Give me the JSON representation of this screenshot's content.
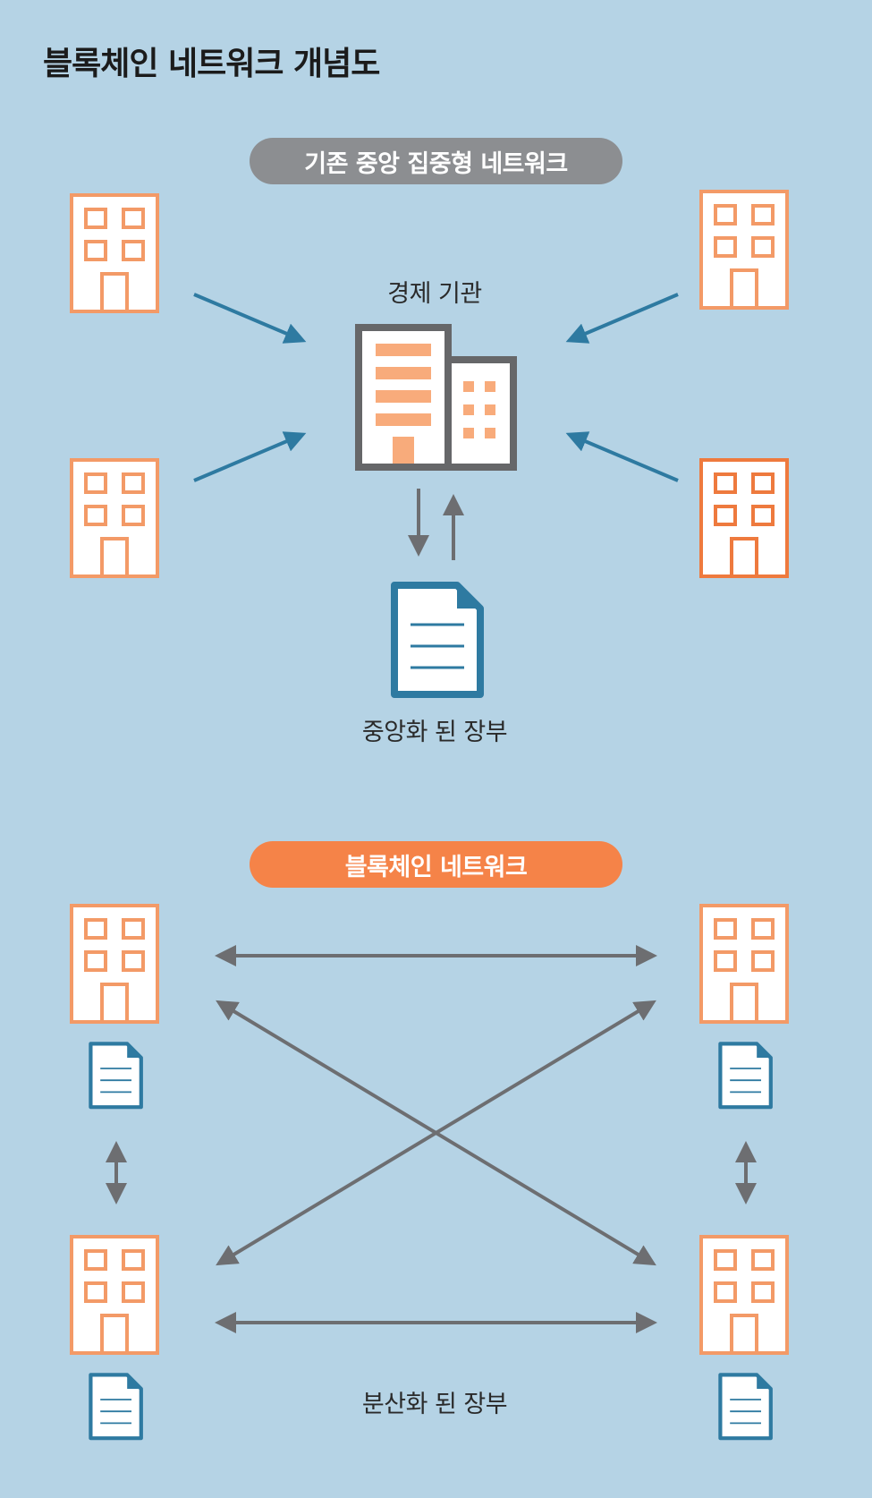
{
  "title": "블록체인 네트워크 개념도",
  "central_section": {
    "pill_label": "기존 중앙 집중형 네트워크",
    "institution_label": "경제 기관",
    "ledger_label": "중앙화 된 장부"
  },
  "blockchain_section": {
    "pill_label": "블록체인 네트워크",
    "ledger_label": "분산화 된 장부"
  },
  "colors": {
    "background": "#b5d3e5",
    "building_orange": "#f39a67",
    "building_orange_dark": "#ee7a3e",
    "arrow_blue": "#2e7aa1",
    "arrow_gray": "#6d6e71",
    "doc_blue": "#2e7aa1",
    "pill_gray": "#8c8e91",
    "pill_orange": "#f58348"
  },
  "icons": {
    "building": "building-icon",
    "institution": "office-tower-icon",
    "ledger": "document-icon"
  }
}
